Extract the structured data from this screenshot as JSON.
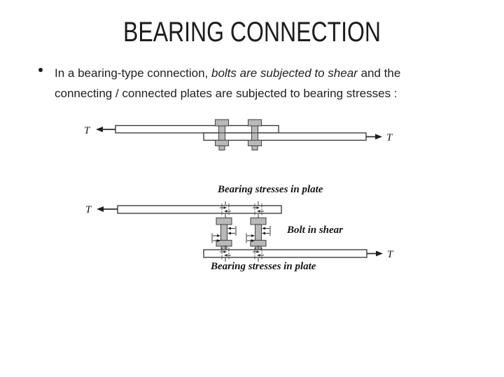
{
  "slide": {
    "title": "BEARING CONNECTION"
  },
  "bullet": {
    "line1_normal": "In a bearing-type connection, ",
    "line1_italic": "bolts are subjected to shear",
    "line1_tail": " and the",
    "line2": "connecting / connected plates are subjected to bearing stresses :"
  },
  "figure1": {
    "t_left": "T",
    "t_right": "T"
  },
  "figure2": {
    "t_left": "T",
    "t_right": "T",
    "label_top": "Bearing stresses in plate",
    "label_mid": "Bolt in shear",
    "label_bottom": "Bearing stresses in plate"
  },
  "colors": {
    "background": "#ffffff",
    "text": "#1f1f1f",
    "diagram_stroke": "#333333",
    "bolt_fill": "#b9b9b9"
  }
}
